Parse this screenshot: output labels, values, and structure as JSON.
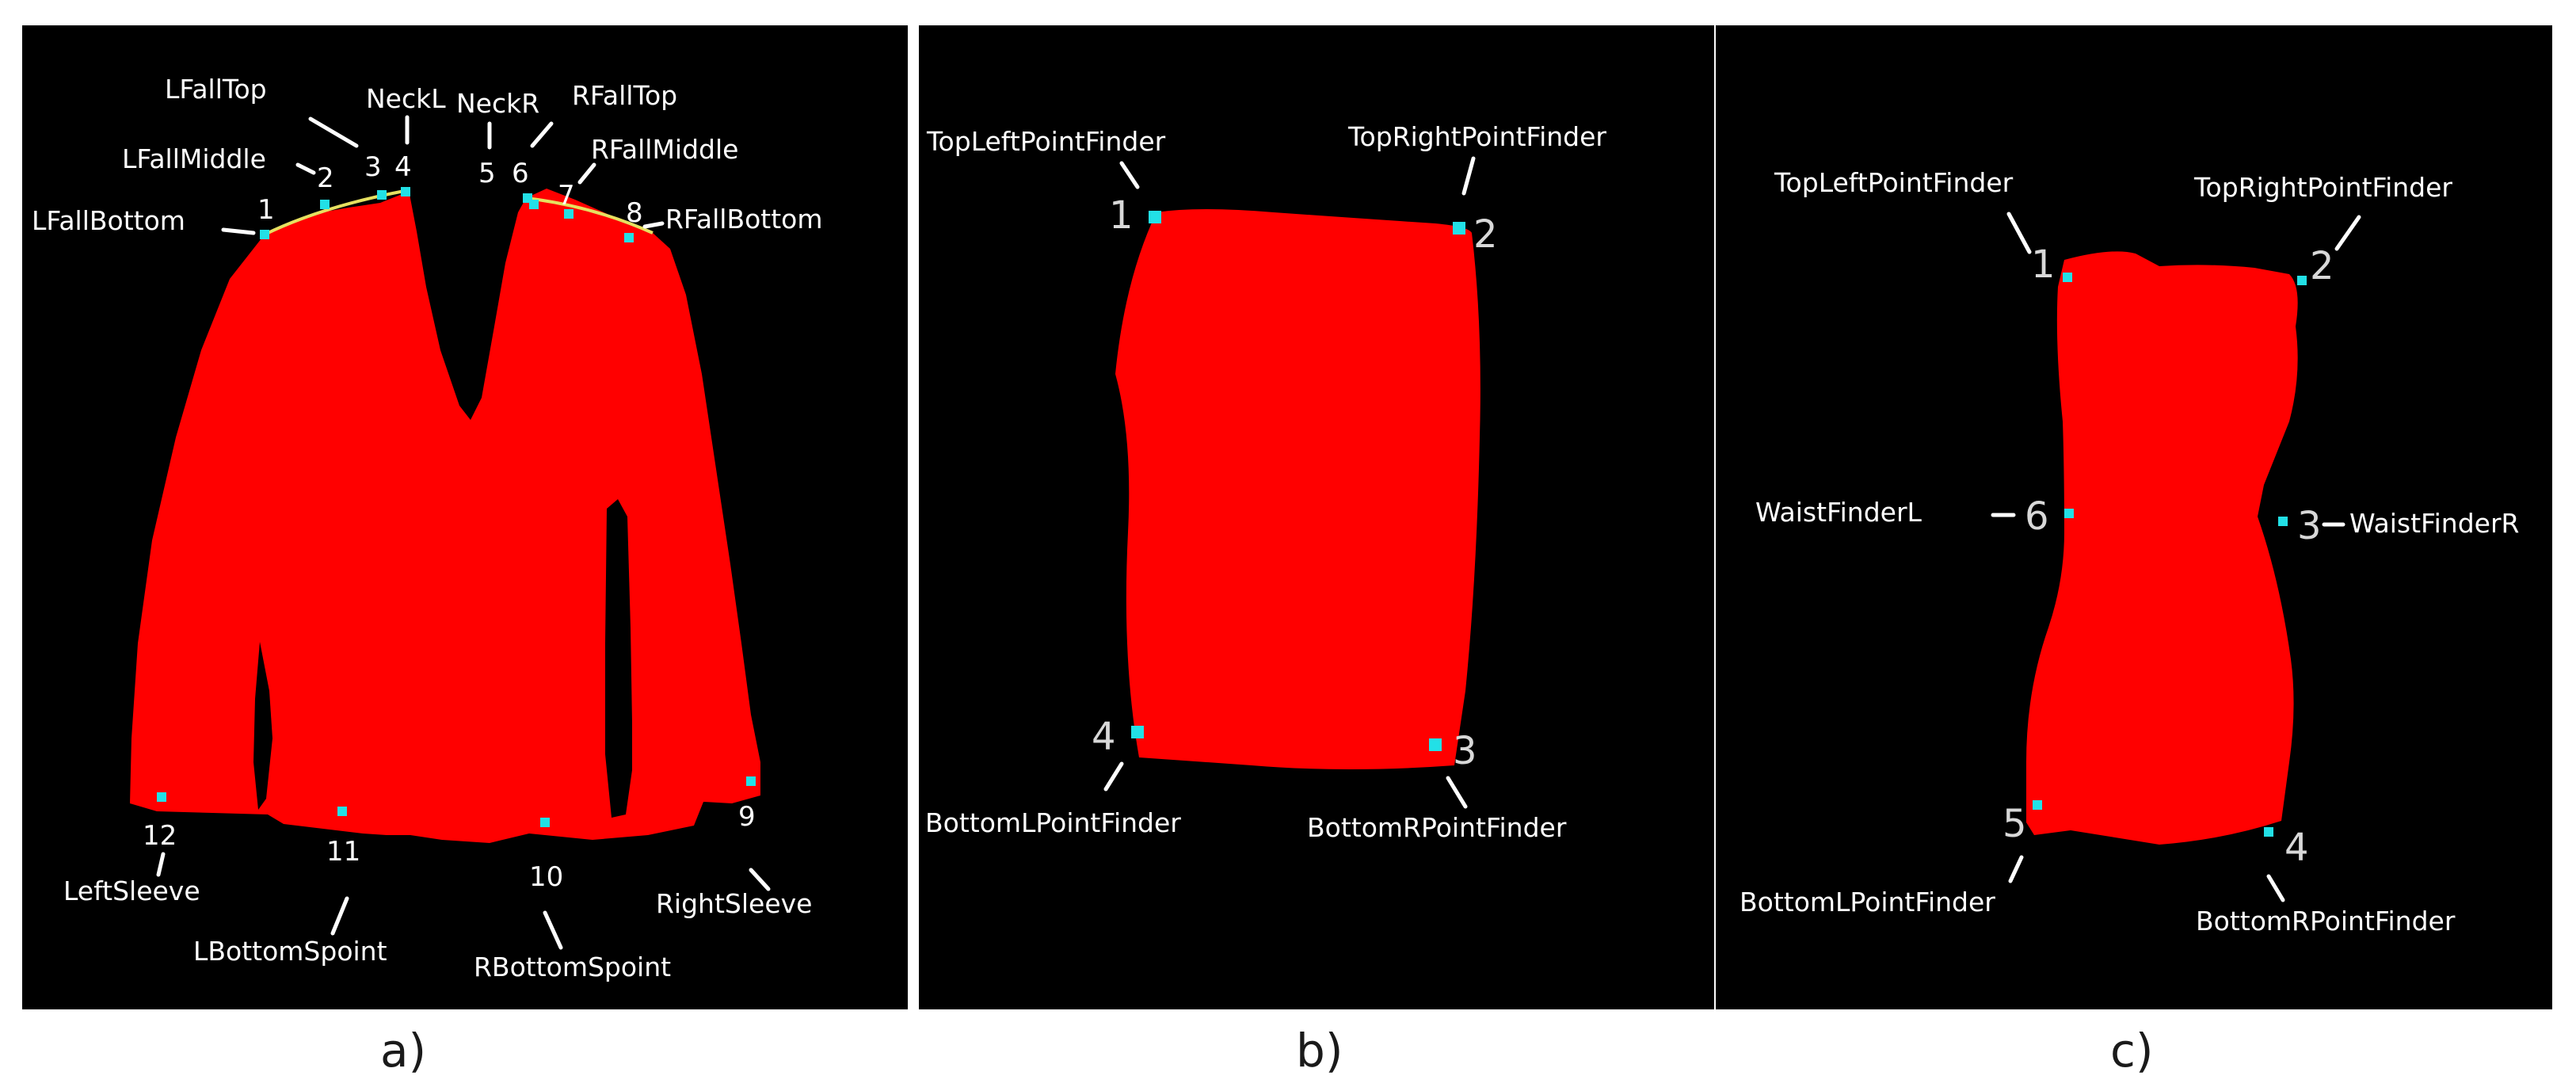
{
  "colors": {
    "garment": "#ff0000",
    "background": "#000000",
    "keypoint": "#22e0e6",
    "fall_line": "#e6e060",
    "text": "#ffffff"
  },
  "panels": [
    {
      "caption": "a)",
      "points": [
        {
          "num": "1",
          "label": "LFallBottom"
        },
        {
          "num": "2",
          "label": "LFallMiddle"
        },
        {
          "num": "3",
          "label": "LFallTop"
        },
        {
          "num": "4",
          "label": "NeckL"
        },
        {
          "num": "5",
          "label": "NeckR"
        },
        {
          "num": "6",
          "label": "RFallTop"
        },
        {
          "num": "7",
          "label": "RFallMiddle"
        },
        {
          "num": "8",
          "label": "RFallBottom"
        },
        {
          "num": "9",
          "label": "RightSleeve"
        },
        {
          "num": "10",
          "label": "RBottomSpoint"
        },
        {
          "num": "11",
          "label": "LBottomSpoint"
        },
        {
          "num": "12",
          "label": "LeftSleeve"
        }
      ]
    },
    {
      "caption": "b)",
      "points": [
        {
          "num": "1",
          "label": "TopLeftPointFinder"
        },
        {
          "num": "2",
          "label": "TopRightPointFinder"
        },
        {
          "num": "3",
          "label": "BottomRPointFinder"
        },
        {
          "num": "4",
          "label": "BottomLPointFinder"
        }
      ]
    },
    {
      "caption": "c)",
      "points": [
        {
          "num": "1",
          "label": "TopLeftPointFinder"
        },
        {
          "num": "2",
          "label": "TopRightPointFinder"
        },
        {
          "num": "3",
          "label": "WaistFinderR"
        },
        {
          "num": "4",
          "label": "BottomRPointFinder"
        },
        {
          "num": "5",
          "label": "BottomLPointFinder"
        },
        {
          "num": "6",
          "label": "WaistFinderL"
        }
      ]
    }
  ]
}
